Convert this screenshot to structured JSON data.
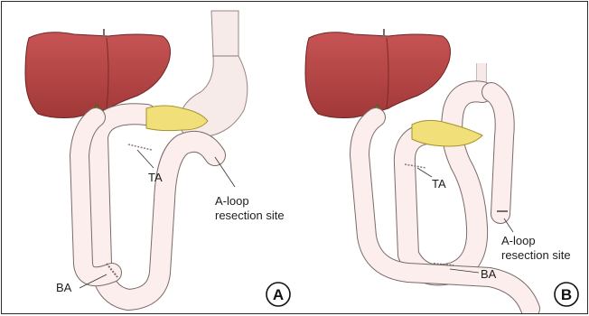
{
  "panels": [
    {
      "id": "A",
      "badge": "A",
      "labels": {
        "ta": "TA",
        "aloop_line1": "A-loop",
        "aloop_line2": "resection site",
        "ba": "BA"
      }
    },
    {
      "id": "B",
      "badge": "B",
      "labels": {
        "ta": "TA",
        "aloop_line1": "A-loop",
        "aloop_line2": "resection site",
        "ba": "BA"
      }
    }
  ],
  "colors": {
    "liver": "#b84545",
    "pancreas": "#f1df7a",
    "bowel": "#fbeeec",
    "bowel_outline": "#7a6b68",
    "stomach": "#f7e9e7",
    "gallbladder": "#6a9a2a"
  }
}
